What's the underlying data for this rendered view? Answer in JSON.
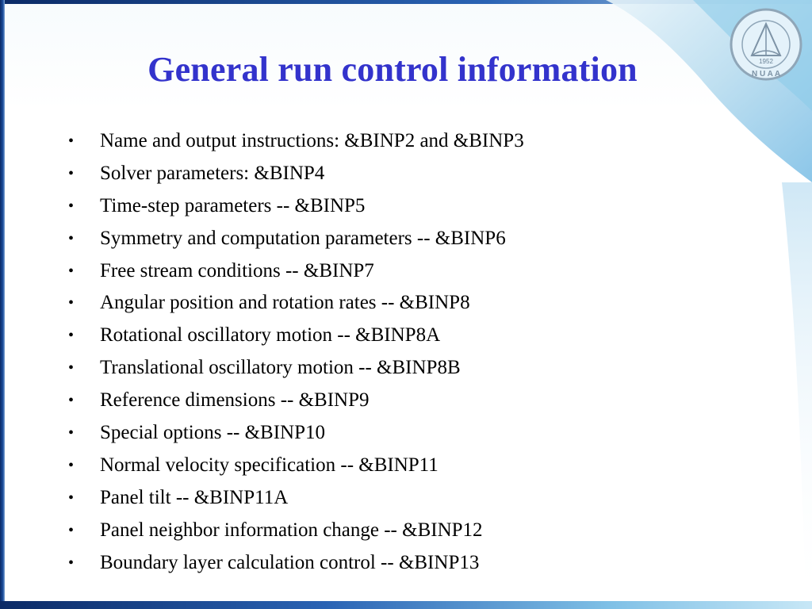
{
  "slide": {
    "title": "General run control information",
    "bullet_symbol": "•",
    "items": [
      "Name and output instructions: &BINP2 and &BINP3",
      "Solver parameters: &BINP4",
      "Time-step parameters -- &BINP5",
      "Symmetry and computation parameters -- &BINP6",
      "Free stream conditions -- &BINP7",
      "Angular position and rotation rates -- &BINP8",
      "Rotational oscillatory motion -- &BINP8A",
      "Translational oscillatory motion -- &BINP8B",
      "Reference dimensions -- &BINP9",
      "Special options -- &BINP10",
      "Normal velocity specification -- &BINP11",
      "Panel tilt -- &BINP11A",
      "Panel neighbor information change -- &BINP12",
      "Boundary layer calculation control -- &BINP13"
    ]
  },
  "logo": {
    "year": "1952",
    "letters": "N U A A",
    "icon": "university-seal-icon"
  },
  "colors": {
    "title": "#3333cc",
    "text": "#000000",
    "frame_dark": "#0b2a66",
    "accent_light": "#7fc0e6"
  }
}
